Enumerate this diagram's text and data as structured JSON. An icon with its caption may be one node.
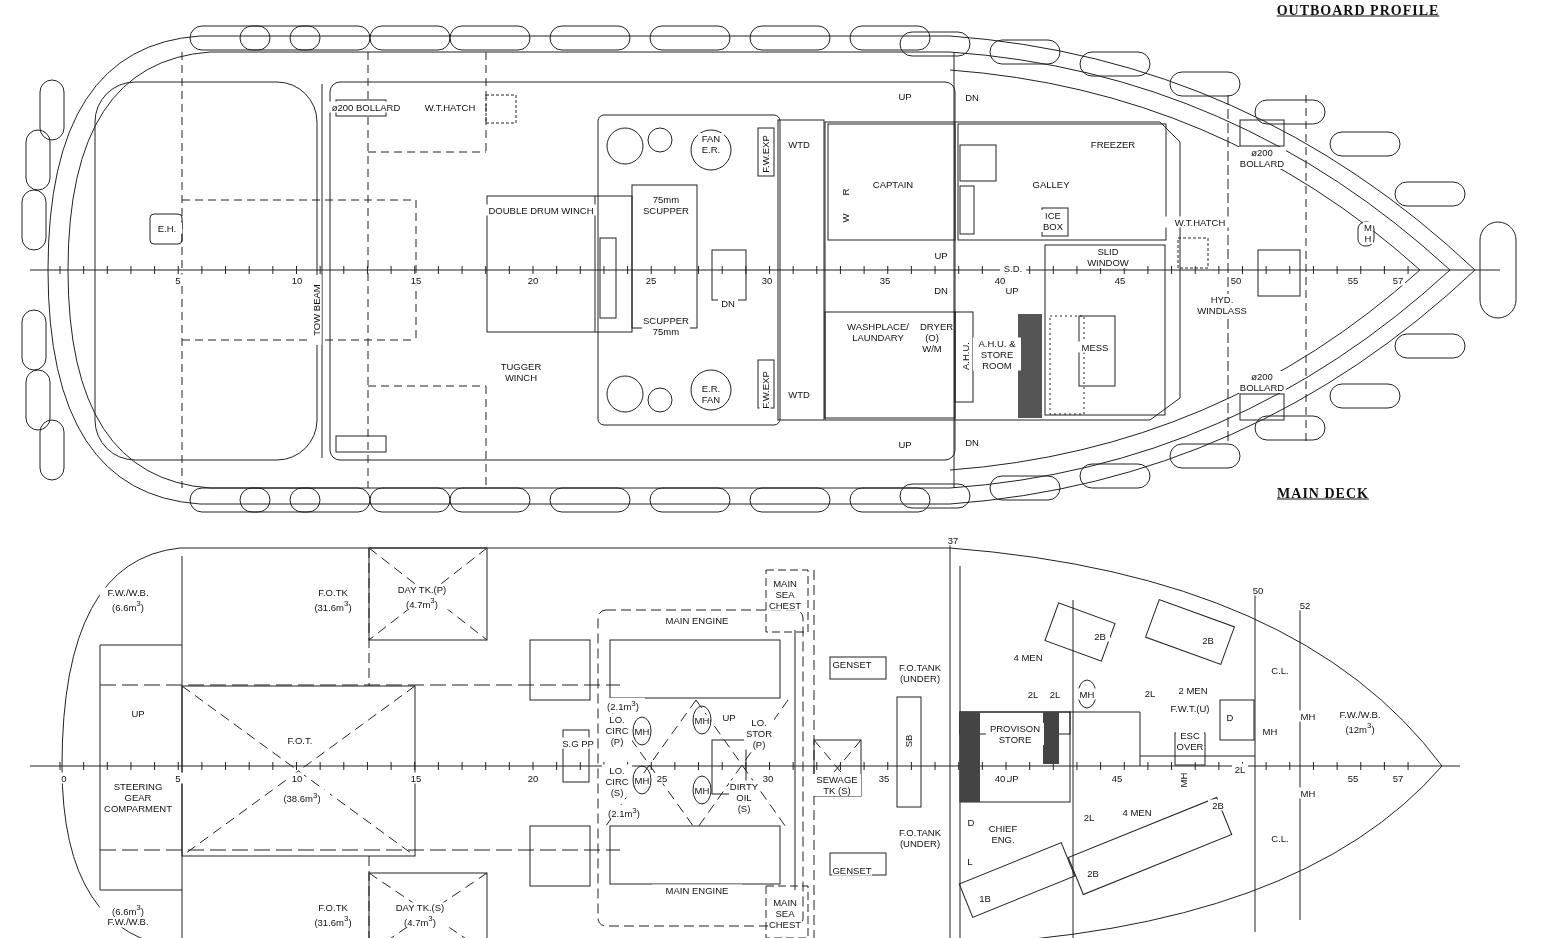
{
  "diagram": {
    "labels": [
      "OUTBOARD PROFILE",
      "ø200 BOLLARD",
      "W.T.HATCH",
      "E.H.",
      "TOW BEAM",
      "DOUBLE DRUM WINCH",
      "75mm SCUPPER",
      "FAN E.R.",
      "F.W.EXP",
      "WTD",
      "CAPTAIN",
      "R",
      "W",
      "GALLEY",
      "FREEZER",
      "ICE BOX",
      "UP",
      "DN",
      "W.T.HATCH",
      "ø200 BOLLARD",
      "SCUPPER 75mm",
      "DN",
      "TUGGER WINCH",
      "E.R. FAN",
      "F.W.EXP",
      "WTD",
      "WASHPLACE/ LAUNDARY",
      "DRYER (O) W/M",
      "A.H.U.",
      "A.H.U. & STORE ROOM",
      "UP",
      "S.D.",
      "DN",
      "UP",
      "SLID WINDOW",
      "MESS",
      "HYD. WINDLASS",
      "ø200 BOLLARD",
      "M H",
      "UP",
      "DN",
      "MAIN DECK",
      "5",
      "10",
      "15",
      "20",
      "25",
      "30",
      "35",
      "40",
      "45",
      "50",
      "55",
      "57",
      "F.W./W.B. (6.6m$^{3}$)",
      "F.O.TK (31.6m$^{3}$)",
      "DAY TK.(P) (4.7m$^{3}$)",
      "UP",
      "STEERING GEAR COMPARMENT",
      "F.O.T.",
      "(38.6m$^{3}$)",
      "(6.6m$^{3}$) F.W./W.B.",
      "F.O.TK (31.6m$^{3}$)",
      "DAY TK.(S) (4.7m$^{3}$)",
      "MAIN ENGINE",
      "MAIN SEA CHEST",
      "GENSET",
      "F.O.TANK (UNDER)",
      "(2.1m$^{3}$)",
      "LO. CIRC (P)",
      "MH",
      "MH",
      "UP",
      "LO. STOR (P)",
      "S.G PP",
      "SB",
      "LO. CIRC (S)",
      "MH",
      "MH",
      "DIRTY OIL (S)",
      "(2.1m$^{3}$)",
      "SEWAGE TK (S)",
      "F.O.TANK (UNDER)",
      "GENSET",
      "MAIN ENGINE",
      "MAIN SEA CHEST",
      "37",
      "4 MEN",
      "2B",
      "2B",
      "50",
      "52",
      "C.L.",
      "2L",
      "2L",
      "MH",
      "2L",
      "2 MEN",
      "F.W.T.(U)",
      "D",
      "MH",
      "MH",
      "F.W./W.B. (12m$^{3}$)",
      "PROVISON STORE",
      "ESC OVER",
      "2L",
      "UP",
      "MH",
      "MH",
      "2L",
      "4 MEN",
      "2B",
      "D",
      "CHIEF ENG.",
      "C.L.",
      "L",
      "2B",
      "1B",
      "0",
      "5",
      "10",
      "15",
      "20",
      "25",
      "30",
      "35",
      "40",
      "45",
      "55",
      "57"
    ]
  }
}
